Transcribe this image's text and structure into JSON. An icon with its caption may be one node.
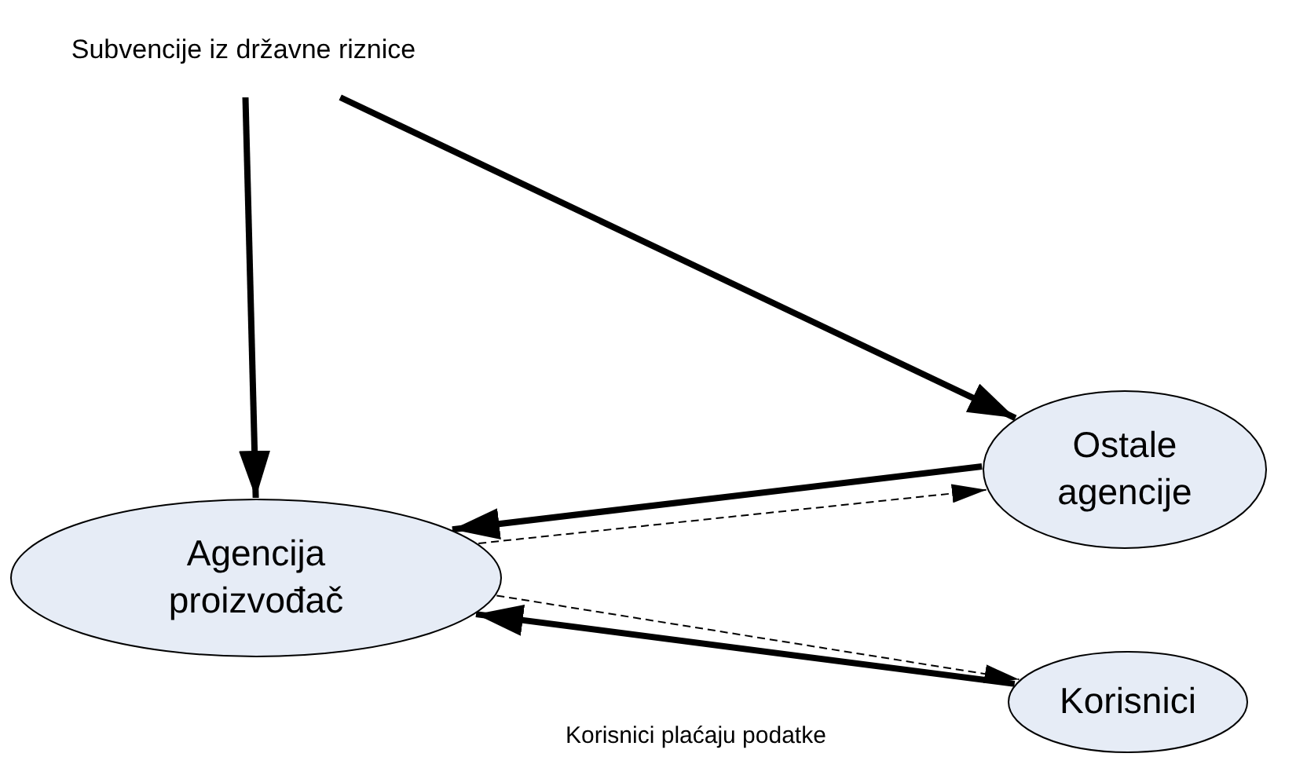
{
  "diagram": {
    "nodes": [
      {
        "text": [
          "Subvencije iz državne riznice"
        ]
      },
      {
        "text": [
          "Ostale agencije"
        ]
      },
      {
        "text": [
          "Agencija proizvođač"
        ]
      },
      {
        "text": [
          "Korisnici"
        ]
      }
    ],
    "edges": [
      {
        "from": 0,
        "to": 2,
        "arrow": "to"
      },
      {
        "from": 0,
        "to": 1,
        "arrow": "to"
      },
      {
        "from": 1,
        "to": 2,
        "arrow": "to"
      },
      {
        "from": 2,
        "to": 1,
        "arrow": "to",
        "style": "dashed"
      },
      {
        "from": 2,
        "to": 3,
        "arrow": "to",
        "style": "dashed"
      },
      {
        "from": 3,
        "to": 2,
        "arrow": "to"
      }
    ],
    "labels": [
      "Korisnici plaćaju podatke"
    ]
  }
}
